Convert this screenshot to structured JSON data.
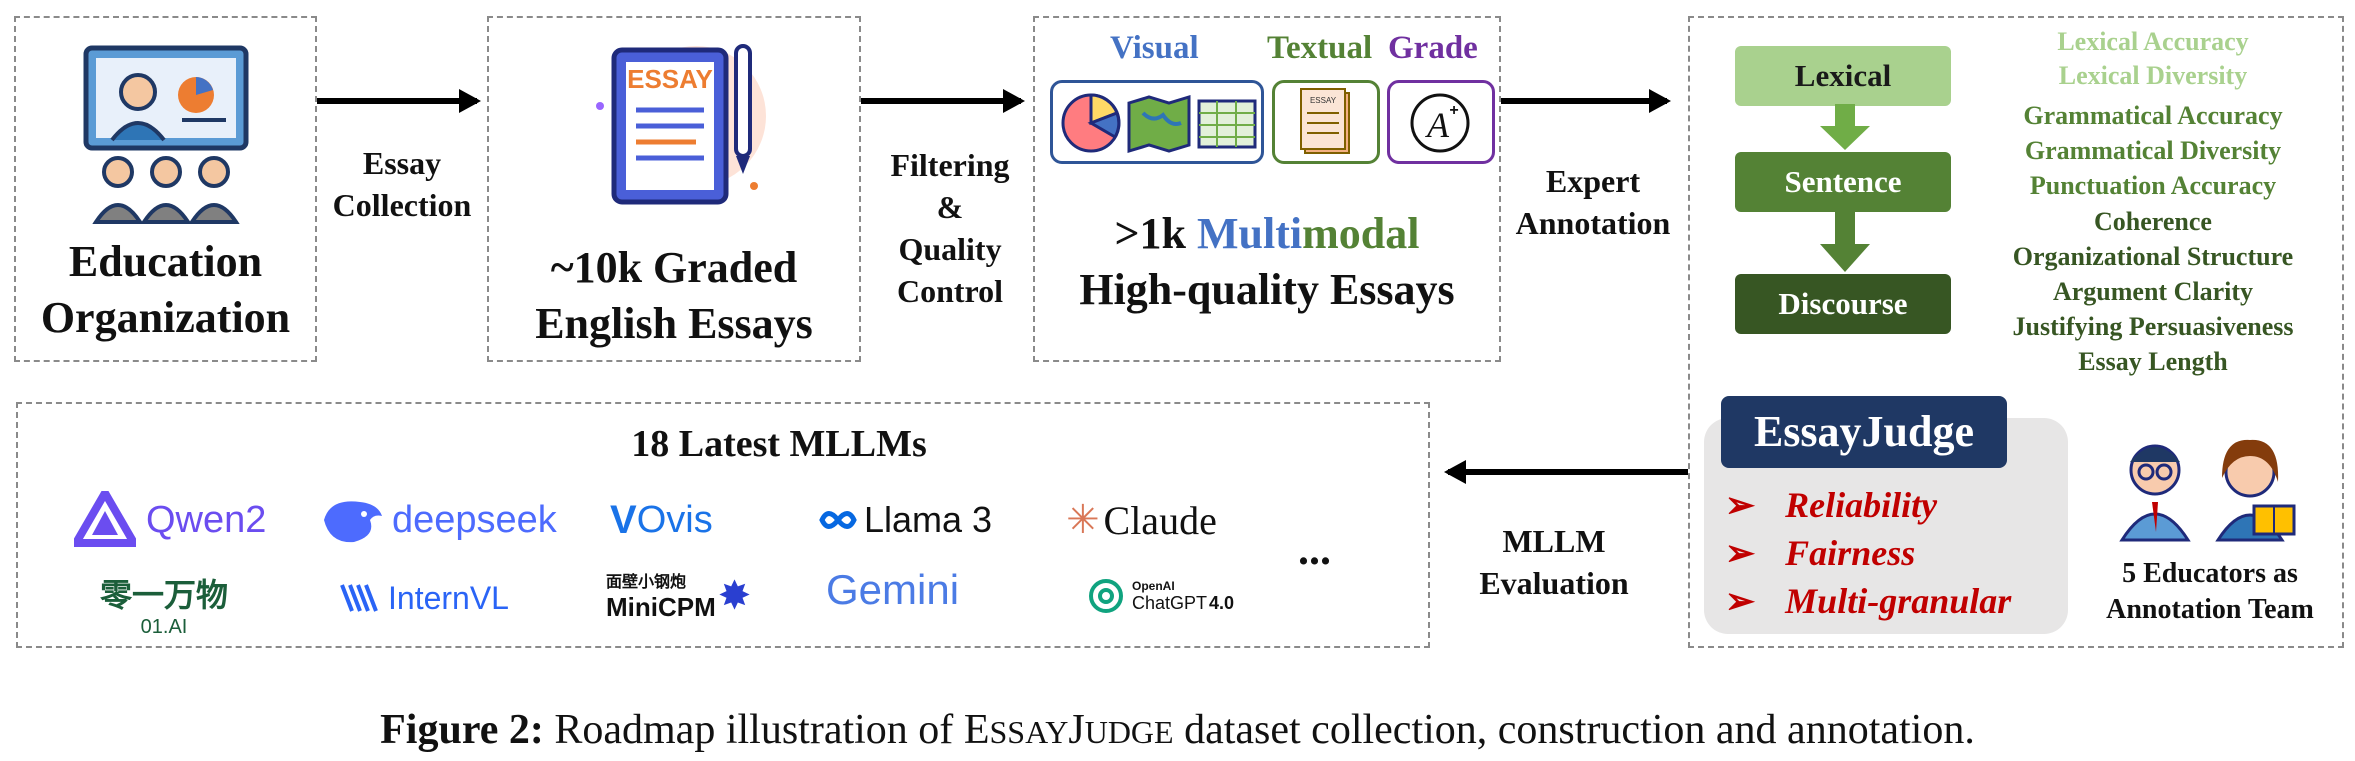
{
  "stage1": {
    "title_line1": "Education",
    "title_line2": "Organization"
  },
  "arrow1": {
    "line1": "Essay",
    "line2": "Collection"
  },
  "stage2": {
    "icon_text": "ESSAY",
    "title_line1": "~10k Graded",
    "title_line2": "English Essays"
  },
  "arrow2": {
    "line1": "Filtering",
    "line2": "&",
    "line3": "Quality",
    "line4": "Control"
  },
  "stage3": {
    "label_visual": "Visual",
    "label_textual": "Textual",
    "label_grade": "Grade",
    "textual_icon_text": "ESSAY",
    "grade_icon_text": "A",
    "title_prefix": ">1k ",
    "title_multi": "Multi",
    "title_modal": "modal",
    "title_line2": "High-quality Essays",
    "colors": {
      "visual": "#4472c4",
      "textual": "#548235",
      "grade": "#7030a0"
    }
  },
  "arrow3": {
    "line1": "Expert",
    "line2": "Annotation"
  },
  "levels": {
    "lexical": "Lexical",
    "sentence": "Sentence",
    "discourse": "Discourse",
    "colors": {
      "lexical": "#a9d18e",
      "sentence": "#548235",
      "discourse": "#375623"
    }
  },
  "criteria": {
    "lexical": [
      "Lexical Accuracy",
      "Lexical Diversity"
    ],
    "sentence": [
      "Grammatical Accuracy",
      "Grammatical Diversity",
      "Punctuation Accuracy"
    ],
    "discourse": [
      "Coherence",
      "Organizational Structure",
      "Argument Clarity",
      "Justifying Persuasiveness",
      "Essay Length"
    ]
  },
  "essayjudge": {
    "title": "EssayJudge",
    "properties": [
      "Reliability",
      "Fairness",
      "Multi-granular"
    ],
    "title_bg": "#1f3864",
    "property_color": "#c00000"
  },
  "educators": {
    "line1": "5 Educators as",
    "line2": "Annotation Team"
  },
  "arrow4": {
    "line1": "MLLM",
    "line2": "Evaluation"
  },
  "mllms": {
    "title": "18 Latest MLLMs",
    "logos": {
      "qwen": "Qwen2",
      "deepseek": "deepseek",
      "ovis": "Ovis",
      "llama": "Llama 3",
      "claude": "Claude",
      "yi_cn": "零一万物",
      "yi": "01.AI",
      "internvl": "InternVL",
      "minicpm_cn": "面壁小钢炮",
      "minicpm": "MiniCPM",
      "gemini": "Gemini",
      "openai": "OpenAI",
      "chatgpt": "ChatGPT",
      "chatgpt_ver": "4.0",
      "more": "..."
    }
  },
  "caption": {
    "label": "Figure 2:",
    "text_a": "Roadmap illustration of ",
    "e": "E",
    "ssay": "SSAY",
    "j": "J",
    "udge": "UDGE",
    "text_b": " dataset collection, construction and annotation."
  }
}
